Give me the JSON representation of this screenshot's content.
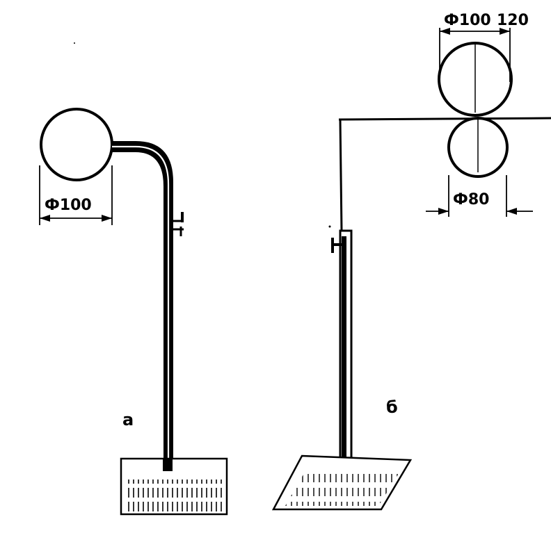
{
  "figure_a": {
    "label": "а",
    "ball_dimension": "Ф100"
  },
  "figure_b": {
    "label": "б",
    "top_ball_dimension": "Ф100",
    "top_ball_alt_dimension": "120",
    "bottom_ball_dimension": "Ф80"
  }
}
